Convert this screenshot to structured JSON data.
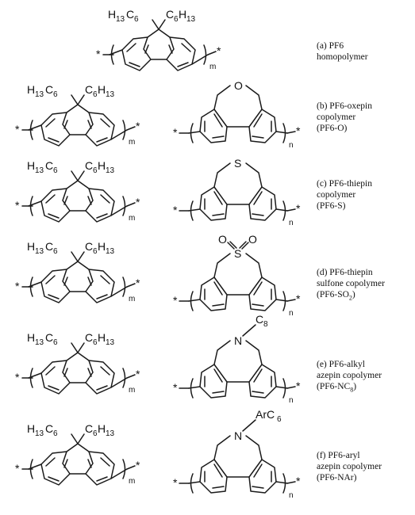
{
  "labels": {
    "hexyl_left_h": "H",
    "hexyl_left_sub1": "13",
    "hexyl_left_c": "C",
    "hexyl_left_sub2": "6",
    "hexyl_right_c": "C",
    "hexyl_right_sub1": "6",
    "hexyl_right_h": "H",
    "hexyl_right_sub2": "13",
    "repeat_m": "m",
    "repeat_n": "n",
    "end_star": "*",
    "oxygen": "O",
    "sulfur": "S",
    "nitrogen": "N",
    "octyl_c": "C",
    "octyl_sub": "8",
    "arylhexyl": "ArC",
    "arylhexyl_sub": "6"
  },
  "captions": [
    {
      "line1": "(a) PF6",
      "line2": "homopolymer",
      "line3": ""
    },
    {
      "line1": "(b) PF6-oxepin",
      "line2": "copolymer",
      "line3": "(PF6-O)"
    },
    {
      "line1": "(c) PF6-thiepin",
      "line2": "copolymer",
      "line3": "(PF6-S)"
    },
    {
      "line1": "(d) PF6-thiepin",
      "line2": "sulfone copolymer",
      "line3": "(PF6-SO",
      "line3_sub": "2",
      "line3_end": ")"
    },
    {
      "line1": "(e) PF6-alkyl",
      "line2": "azepin copolymer",
      "line3": "(PF6-NC",
      "line3_sub": "8",
      "line3_end": ")"
    },
    {
      "line1": "(f) PF6-aryl",
      "line2": "azepin copolymer",
      "line3": "(PF6-NAr)"
    }
  ]
}
